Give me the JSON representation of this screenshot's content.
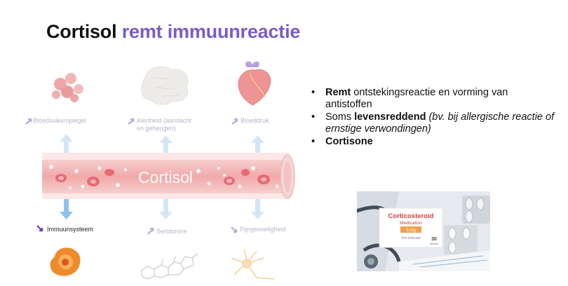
{
  "title": {
    "main": "Cortisol",
    "accent": "remt immuunreactie"
  },
  "diagram": {
    "vessel_label": "Cortisol",
    "top_labels": [
      "Bloedsuikerspiegel",
      "Alertheid (aandacht",
      "en geheugen)",
      "Bloeddruk"
    ],
    "bottom_labels": [
      "Immuunsysteem",
      "Serotonine",
      "Pijngevoeligheid"
    ],
    "colors": {
      "vessel": "#f3b7b7",
      "arrow_up": "#cfe4f5",
      "arrow_active": "#8cc3ea",
      "label_arrow": "#b9a6e3",
      "label_arrow_active": "#6a3fc0"
    }
  },
  "bullets": {
    "b1_bold": "Remt",
    "b1_rest": " ontstekingsreactie en vorming van antistoffen",
    "b2_plain": "Soms ",
    "b2_bold": "levensreddend",
    "b2_italic": " (bv. bij allergische reactie of ernstige verwondingen)",
    "b3_bold": "Cortisone"
  },
  "photo": {
    "box_title": "Corticosteroid",
    "box_subtitle": "Medication",
    "box_dose": "5 mg",
    "box_note": "For oral use",
    "box_count": "30",
    "box_count_label": "tablets"
  }
}
